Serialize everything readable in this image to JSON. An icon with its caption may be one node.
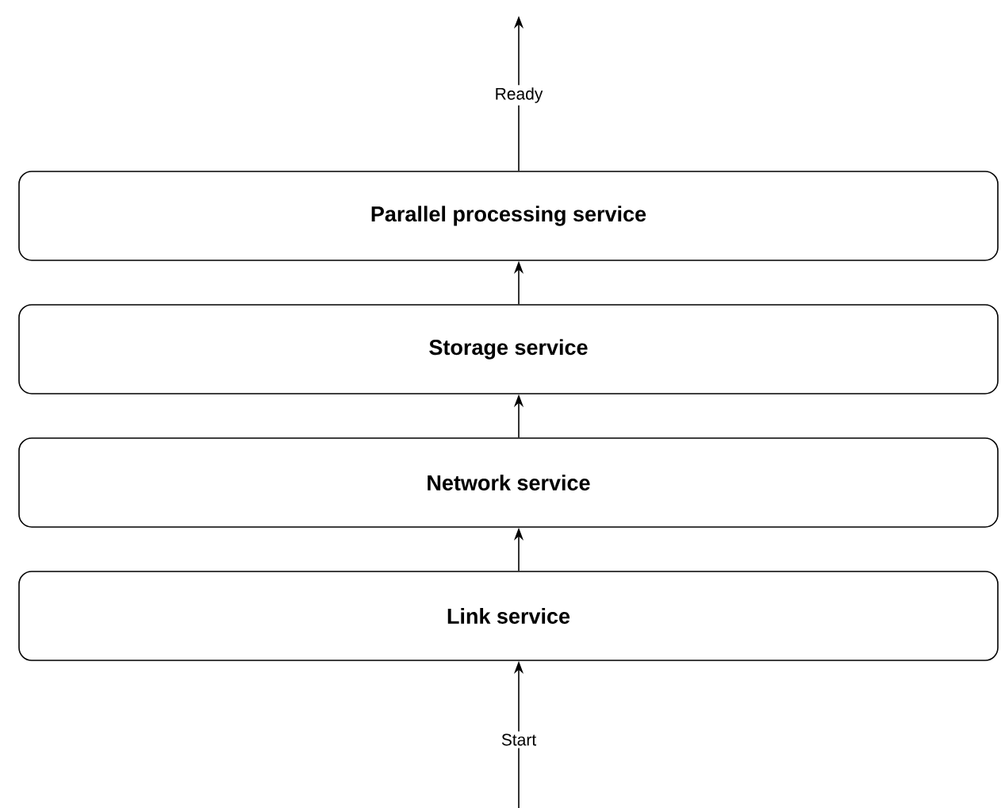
{
  "diagram": {
    "nodes": [
      {
        "text": [
          "Parallel processing service"
        ]
      },
      {
        "text": [
          "Storage service"
        ]
      },
      {
        "text": [
          "Network service"
        ]
      },
      {
        "text": [
          "Link service"
        ]
      }
    ],
    "edges": [
      {
        "from": 3,
        "to": 2,
        "arrow": "to"
      },
      {
        "from": 2,
        "to": 1,
        "arrow": "to"
      },
      {
        "from": 1,
        "to": 0,
        "arrow": "to"
      },
      {
        "from": 0,
        "to": null,
        "arrow": "to",
        "label": "Ready"
      },
      {
        "from": null,
        "to": 3,
        "arrow": "to",
        "label": "Start"
      }
    ]
  }
}
